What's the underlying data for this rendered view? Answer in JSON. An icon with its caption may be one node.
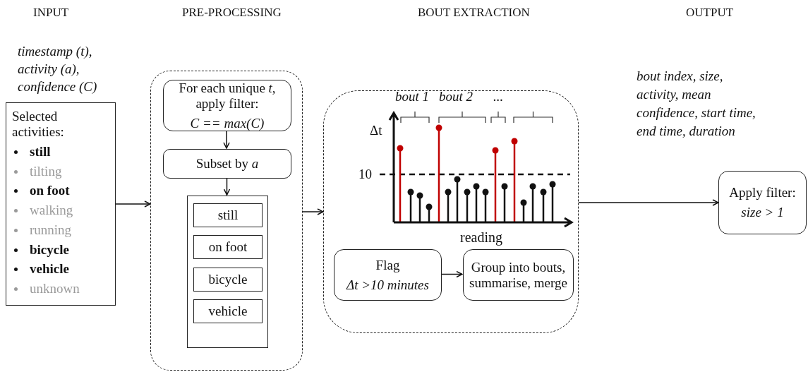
{
  "diagram": {
    "nodes": [
      {
        "text": [
          "Selected activities:",
          "still",
          "tilting",
          "on foot",
          "walking",
          "running",
          "bicycle",
          "vehicle",
          "unknown"
        ],
        "beside": [
          "timestamp (t), activity (a), confidence (C)"
        ]
      },
      {
        "text": [],
        "shape": "box"
      },
      {
        "text": [
          "For each unique *t*, apply filter:",
          "C == max(C)"
        ],
        "in": 1
      },
      {
        "text": [
          "Subset by *a*"
        ],
        "in": 1
      },
      {
        "text": [],
        "shape": "box",
        "in": 1
      },
      {
        "text": [
          "still"
        ],
        "in": 4
      },
      {
        "text": [
          "on foot"
        ],
        "in": 4
      },
      {
        "text": [
          "bicycle"
        ],
        "in": 4
      },
      {
        "text": [
          "vehicle"
        ],
        "in": 4
      },
      {
        "text": [],
        "shape": "box"
      },
      {
        "text": [
          "Flag",
          "Δt >10 minutes"
        ],
        "in": 9
      },
      {
        "text": [
          "Group into bouts, summarise, merge"
        ],
        "in": 9
      },
      {
        "text": [
          "Apply filter:",
          "size > 1"
        ]
      }
    ],
    "edges": [
      {
        "from": 0,
        "to": 1,
        "arrow": "to"
      },
      {
        "from": 2,
        "to": 3,
        "arrow": "to"
      },
      {
        "from": 3,
        "to": 4,
        "arrow": "to"
      },
      {
        "from": 1,
        "to": 9,
        "arrow": "to"
      },
      {
        "from": 10,
        "to": 11,
        "arrow": "to"
      },
      {
        "from": 9,
        "to": 12,
        "arrow": "to",
        "label": "bout index, size, activity, mean confidence, start time, end time, duration"
      }
    ],
    "labels": [
      "INPUT",
      "PRE-PROCESSING",
      "BOUT EXTRACTION",
      "OUTPUT",
      "bout 1",
      "bout 2",
      "...",
      "Δt",
      "10",
      "reading"
    ]
  }
}
